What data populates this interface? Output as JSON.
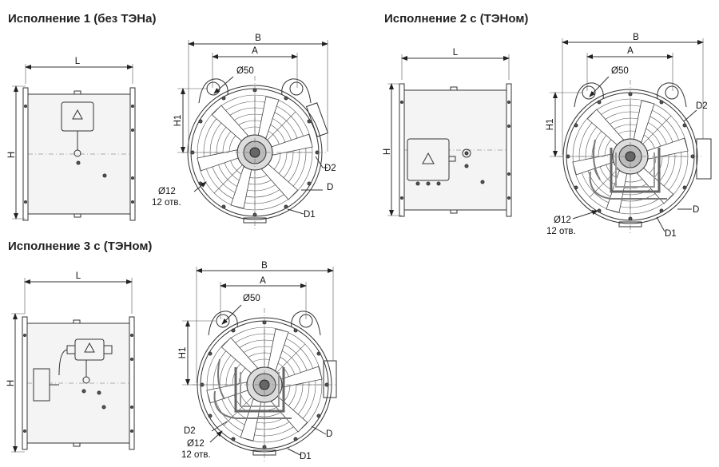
{
  "titles": {
    "v1": "Исполнение 1 (без ТЭНа)",
    "v2": "Исполнение 2 с (ТЭНом)",
    "v3": "Исполнение 3 с (ТЭНом)"
  },
  "labels": {
    "L": "L",
    "H": "H",
    "B": "B",
    "A": "A",
    "H1": "H1",
    "hole50": "Ø50",
    "D": "D",
    "D1": "D1",
    "D2": "D2",
    "hole12": "Ø12",
    "holes_count": "12 отв."
  }
}
